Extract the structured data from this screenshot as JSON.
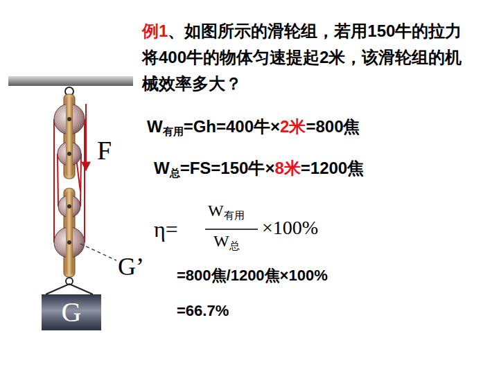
{
  "diagram": {
    "nodes": [
      {
        "text": [
          "G"
        ]
      }
    ],
    "edges": [],
    "labels": [
      "例1",
      "、如图所示的滑轮组，若用150牛的拉力将400牛的物体匀速提起2米，该滑轮组的机械效率多大？",
      "W",
      "有用",
      "=Gh=400牛×",
      "2米",
      "=800焦",
      "W",
      "总",
      "=FS=150牛×",
      "8米",
      "=1200焦",
      "η",
      "=",
      "W",
      "有用",
      "W",
      "总",
      "×100%",
      "=800焦/1200焦×100%",
      "=66.7%",
      "F",
      "G’"
    ]
  }
}
